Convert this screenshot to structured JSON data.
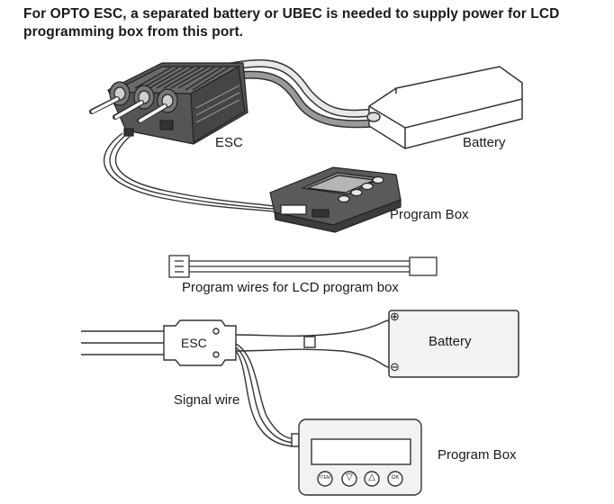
{
  "title": "For OPTO ESC, a separated battery or UBEC is needed to supply power for LCD programming box from this port.",
  "top_diagram": {
    "esc_label": "ESC",
    "battery_label": "Battery",
    "program_box_label": "Program Box"
  },
  "wire_diagram": {
    "caption": "Program wires for LCD program box"
  },
  "bottom_diagram": {
    "esc_label": "ESC",
    "battery_label": "Battery",
    "battery_plus": "⊕",
    "battery_minus": "⊖",
    "signal_wire_label": "Signal wire",
    "program_box_label": "Program Box",
    "buttons": [
      "ITEM",
      "▽",
      "△",
      "OK"
    ]
  },
  "colors": {
    "line": "#333333",
    "dark_device": "#4a4a4a",
    "light_fill": "#f2f2f2"
  }
}
